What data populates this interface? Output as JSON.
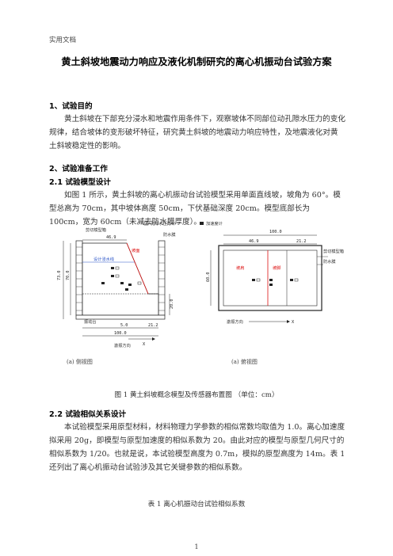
{
  "header": {
    "left": "实用文档"
  },
  "title": "黄土斜坡地震动力响应及液化机制研究的离心机振动台试验方案",
  "sections": {
    "s1": {
      "heading": "1、试验目的",
      "text": "黄土斜坡在下部充分浸水和地震作用条件下，观察坡体不同部位动孔隙水压力的变化规律，结合坡体的变形破坏特征，研究黄土斜坡的地震动力响应特性，及地震液化对黄土斜坡稳定性的影响。"
    },
    "s2": {
      "heading": "2、试验准备工作"
    },
    "s21": {
      "heading": "2.1  试验模型设计",
      "text": "如图 1 所示，黄土斜坡的离心机振动台试验模型采用单面直线坡，坡角为 60°。模型总高为 70cm，其中坡体高度 50cm，下伏基础深度 20cm。模型底部长为 100cm，宽为 60cm（未减去防水膜厚度）。"
    },
    "s22": {
      "heading": "2.2  试验相似关系设计",
      "text": "本试验模型采用原型材料，材料物理力学参数的相似常数均取值为 1.0。离心加速度拟采用 20g，即模型与原型加速度的相似系数为 20。由此对应的模型与原型几何尺寸的相似系数为 1/20。也就是说，本试验模型高度为 0.7m，模拟的原型高度为 14m。表 1 还列出了离心机振动台试验涉及其它关键参数的相似系数。"
    }
  },
  "figure": {
    "legend": {
      "pore": "孔隙水压力计",
      "accel": "加速度计"
    },
    "side": {
      "box_label": "剪切模型箱",
      "membrane": "防水膜",
      "table_label": "振动台",
      "direction": "激振方向",
      "slip": "坡面",
      "water": "设计浸水线",
      "dim_top": "46.9",
      "dim_h_outer": "73.0",
      "dim_h_inner": "70.0",
      "dim_base": "20.0",
      "dim_b1": "5.0",
      "dim_b2": "21.2",
      "dim_bottom": "100.0",
      "axis_x": "X",
      "sub": "(a) 侧视图"
    },
    "top": {
      "dim_top": "100.0",
      "dim_t1": "46.9",
      "dim_t2": "21.2",
      "dim_h": "60.0",
      "box_label": "剪切模型箱",
      "membrane": "防水膜",
      "zone1": "坡肩",
      "zone2": "坡脚",
      "direction": "激振方向",
      "axis_x": "X",
      "sub": "(a) 俯视图"
    },
    "caption": "图 1    黄土斜坡概念模型及传感器布置图  （单位：cm）"
  },
  "table_caption": "表 1    离心机振动台试验相似系数",
  "page_number": "1"
}
